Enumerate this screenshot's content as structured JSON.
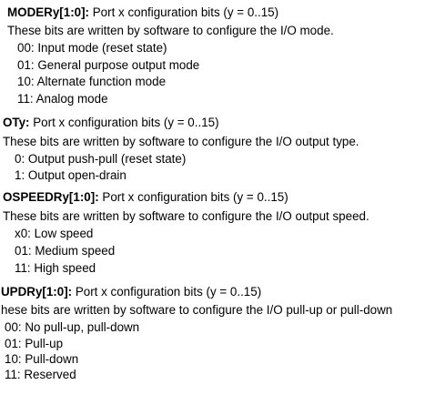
{
  "sections": [
    {
      "name": "MODERy[1:0]:",
      "title": " Port x configuration bits (y = 0..15)",
      "description": "These bits are written by software to configure the I/O mode.",
      "values": [
        "00: Input mode (reset state)",
        "01: General purpose output mode",
        "10: Alternate function mode",
        "11: Analog mode"
      ]
    },
    {
      "name": "OTy:",
      "title": " Port x configuration bits (y = 0..15)",
      "description": "These bits are written by software to configure the I/O output type.",
      "values": [
        "0: Output push-pull (reset state)",
        "1: Output open-drain"
      ]
    },
    {
      "name": "OSPEEDRy[1:0]:",
      "title": " Port x configuration bits (y = 0..15)",
      "description": "These bits are written by software to configure the I/O output speed.",
      "values": [
        "x0: Low speed",
        "01: Medium speed",
        "11: High speed"
      ]
    },
    {
      "name": "UPDRy[1:0]:",
      "title": " Port x configuration bits (y = 0..15)",
      "description": "hese bits are written by software to configure the I/O pull-up or pull-down",
      "values": [
        "00: No pull-up, pull-down",
        "01: Pull-up",
        "10: Pull-down",
        "11: Reserved"
      ]
    }
  ]
}
